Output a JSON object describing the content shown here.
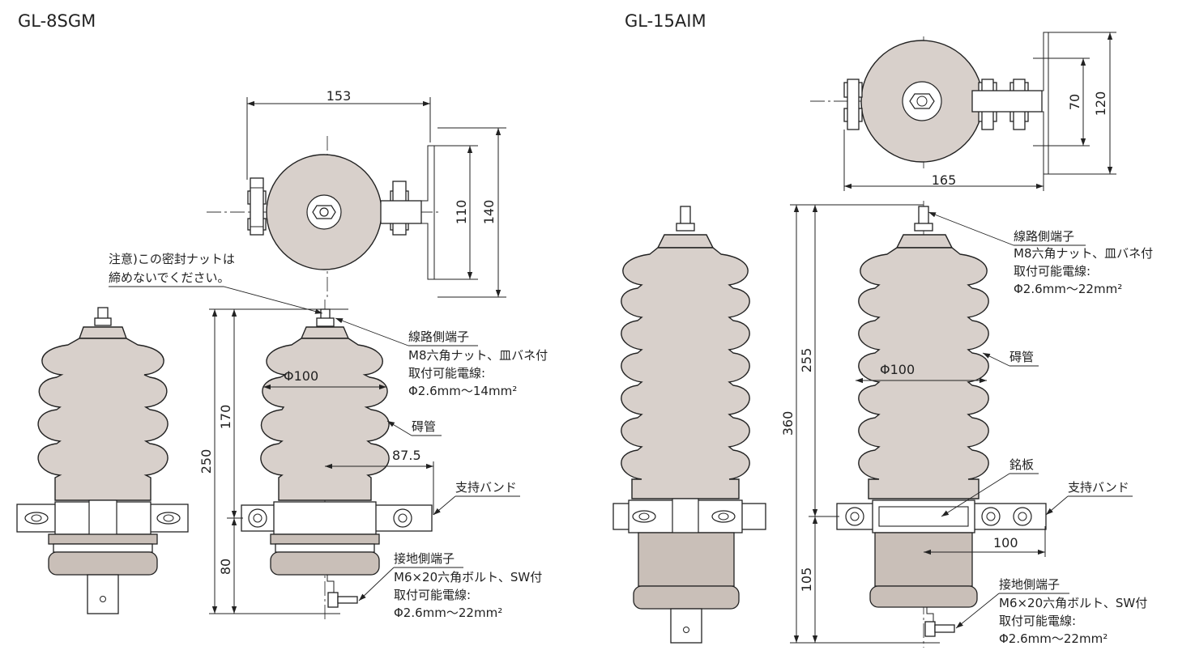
{
  "left": {
    "title": "GL-8SGM",
    "dims": {
      "width": "153",
      "mount_pitch": "110",
      "mount_height": "140",
      "h_upper": "170",
      "h_total": "250",
      "h_lower": "80",
      "dia": "Φ100",
      "offset": "87.5"
    },
    "note": {
      "line1": "注意)この密封ナットは",
      "line2": "締めないでください。"
    },
    "line_terminal": {
      "title": "線路側端子",
      "l1": "M8六角ナット、皿バネ付",
      "l2": "取付可能電線:",
      "l3": "Φ2.6mm〜14mm²"
    },
    "insulator": "碍管",
    "band": "支持バンド",
    "ground_terminal": {
      "title": "接地側端子",
      "l1": "M6×20六角ボルト、SW付",
      "l2": "取付可能電線:",
      "l3": "Φ2.6mm〜22mm²"
    }
  },
  "right": {
    "title": "GL-15AIM",
    "dims": {
      "width": "165",
      "mount_pitch": "70",
      "mount_height": "120",
      "h_upper": "255",
      "h_total": "360",
      "h_lower": "105",
      "dia": "Φ100",
      "offset": "100"
    },
    "line_terminal": {
      "title": "線路側端子",
      "l1": "M8六角ナット、皿バネ付",
      "l2": "取付可能電線:",
      "l3": "Φ2.6mm〜22mm²"
    },
    "insulator": "碍管",
    "nameplate": "銘板",
    "band": "支持バンド",
    "ground_terminal": {
      "title": "接地側端子",
      "l1": "M6×20六角ボルト、SW付",
      "l2": "取付可能電線:",
      "l3": "Φ2.6mm〜22mm²"
    }
  }
}
